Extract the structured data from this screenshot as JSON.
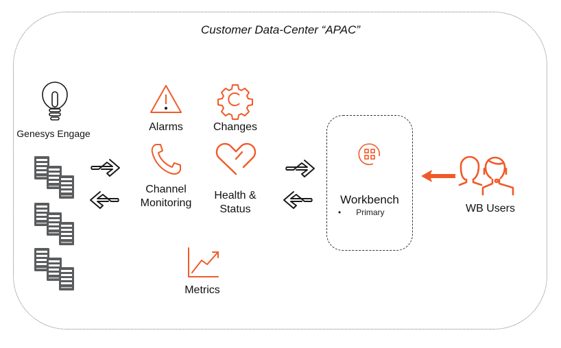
{
  "title": "Customer Data-Center “APAC”",
  "colors": {
    "accent": "#f05a28",
    "server": "#5a5c5e",
    "outline": "#1a1a1a"
  },
  "source": {
    "label": "Genesys Engage",
    "icon": "lightbulb-icon",
    "server_groups": 3
  },
  "features": [
    {
      "label": "Alarms",
      "icon": "warning-icon"
    },
    {
      "label": "Changes",
      "icon": "gear-icon"
    },
    {
      "label_line1": "Channel",
      "label_line2": "Monitoring",
      "icon": "phone-icon"
    },
    {
      "label_line1": "Health &",
      "label_line2": "Status",
      "icon": "heart-icon"
    },
    {
      "label": "Metrics",
      "icon": "chart-line-icon"
    }
  ],
  "workbench": {
    "label": "Workbench",
    "bullet": "Primary",
    "icon": "apps-grid-icon"
  },
  "users": {
    "label": "WB Users",
    "icon": "users-headset-icon"
  }
}
